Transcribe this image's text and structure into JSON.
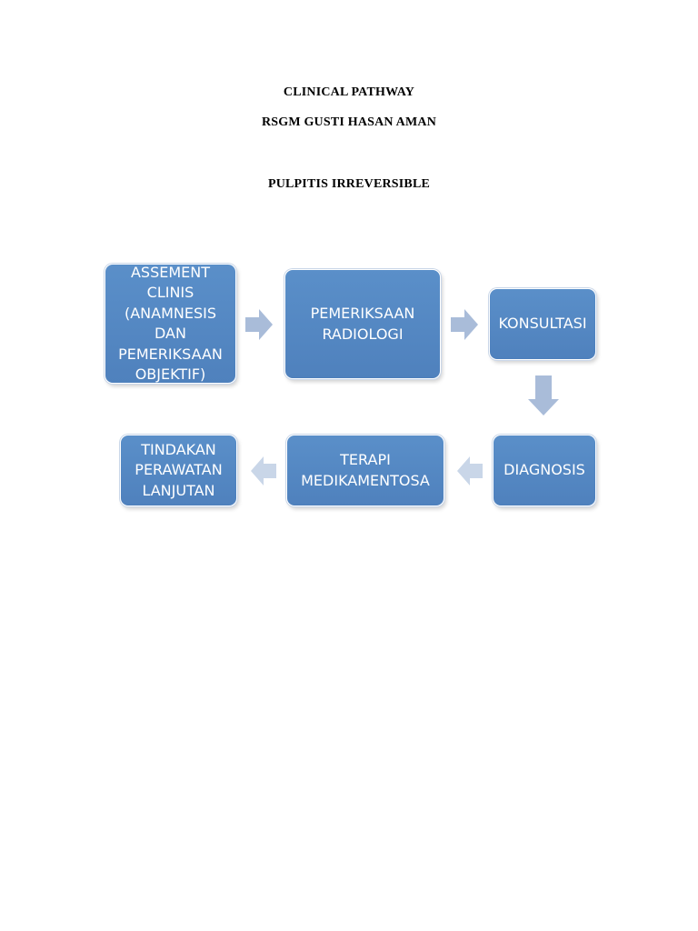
{
  "header": {
    "line1": "CLINICAL PATHWAY",
    "line2": "RSGM GUSTI HASAN AMAN",
    "subject": "PULPITIS IRREVERSIBLE"
  },
  "flow": {
    "steps": [
      "ASSEMENT\nCLINIS\n(ANAMNESIS\nDAN\nPEMERIKSAAN\nOBJEKTIF)",
      "PEMERIKSAAN\nRADIOLOGI",
      "KONSULTASI",
      "DIAGNOSIS",
      "TERAPI\nMEDIKAMENTOSA",
      "TINDAKAN\nPERAWATAN\nLANJUTAN"
    ]
  },
  "colors": {
    "box_fill": "#4f81bd",
    "box_text": "#ffffff",
    "arrow_fill": "#a9bcd9"
  }
}
